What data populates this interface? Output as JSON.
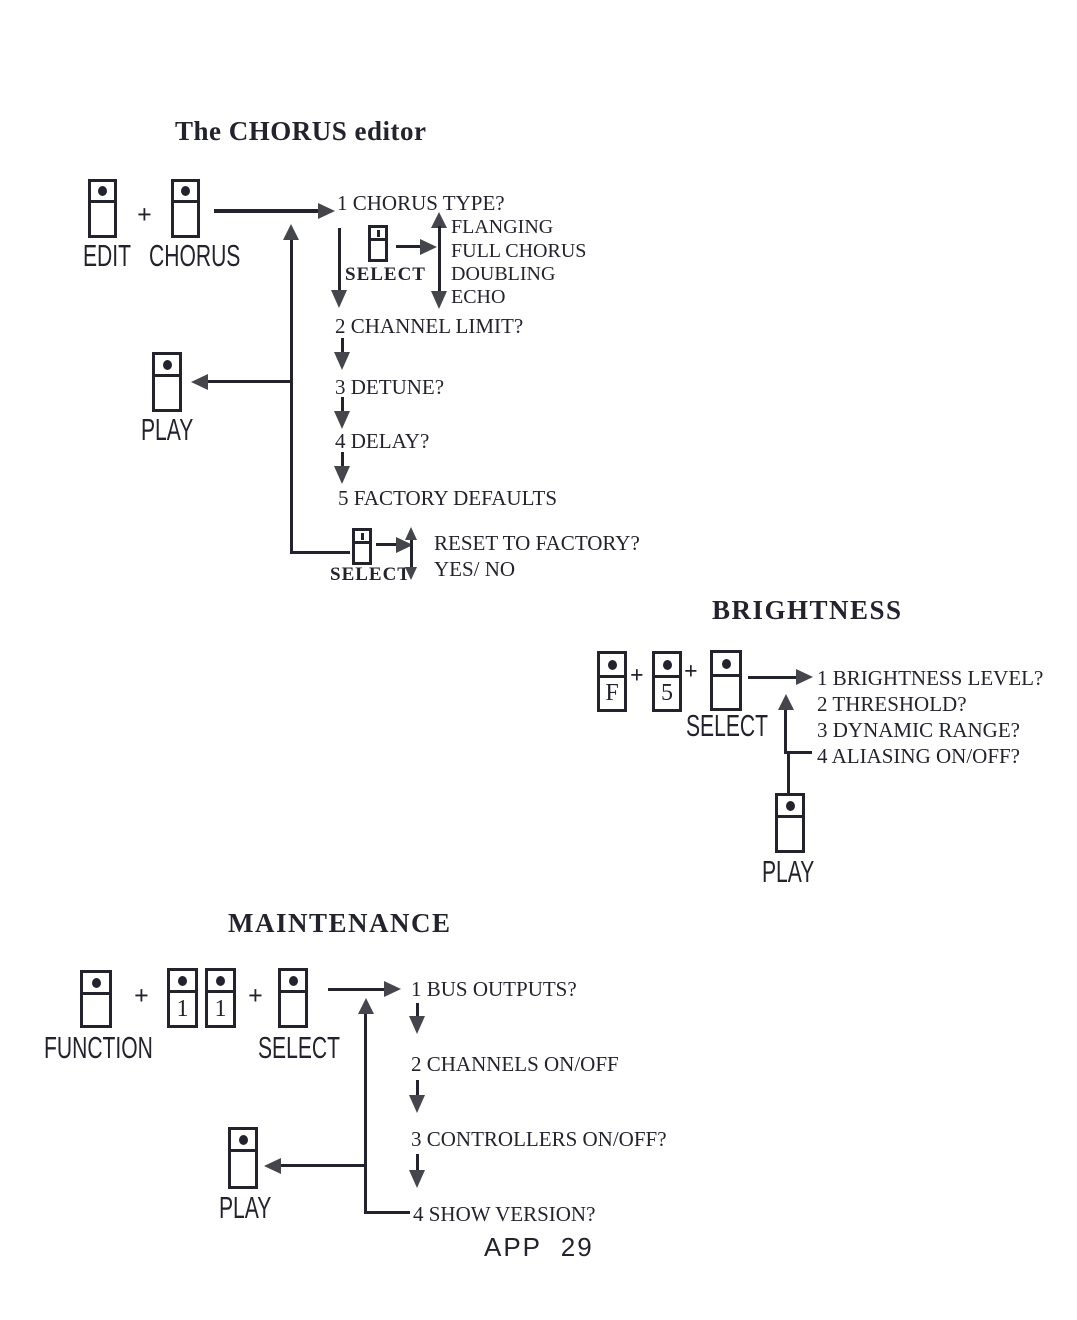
{
  "colors": {
    "paper": "#ffffff",
    "ink": "#23232e",
    "arrowhead": "#45454c"
  },
  "page": {
    "footer": "APP 29"
  },
  "chorus": {
    "title": "The CHORUS editor",
    "plus": "+",
    "keys": {
      "edit": "EDIT",
      "chorus": "CHORUS",
      "play": "PLAY",
      "select_top": "SELECT",
      "select_bottom": "SELECT"
    },
    "steps": [
      "1 CHORUS TYPE?",
      "2 CHANNEL LIMIT?",
      "3 DETUNE?",
      "4 DELAY?",
      "5 FACTORY DEFAULTS"
    ],
    "chorus_types": [
      "FLANGING",
      "FULL CHORUS",
      "DOUBLING",
      "ECHO"
    ],
    "reset_prompt": "RESET TO FACTORY?",
    "reset_options": "YES/ NO"
  },
  "brightness": {
    "title": "BRIGHTNESS",
    "plus": "+",
    "keys": {
      "f": "F",
      "five": "5",
      "select": "SELECT",
      "play": "PLAY"
    },
    "items": [
      "1 BRIGHTNESS LEVEL?",
      "2 THRESHOLD?",
      "3 DYNAMIC RANGE?",
      "4 ALIASING ON/OFF?"
    ]
  },
  "maintenance": {
    "title": "MAINTENANCE",
    "plus": "+",
    "keys": {
      "function": "FUNCTION",
      "one_a": "1",
      "one_b": "1",
      "select": "SELECT",
      "play": "PLAY"
    },
    "items": [
      "1 BUS OUTPUTS?",
      "2 CHANNELS ON/OFF",
      "3 CONTROLLERS ON/OFF?",
      "4 SHOW VERSION?"
    ]
  }
}
